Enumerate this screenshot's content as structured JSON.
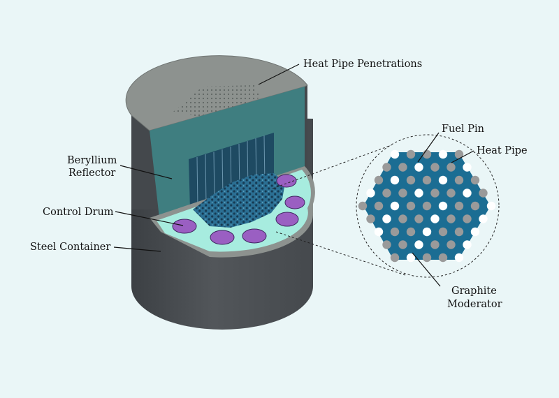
{
  "labels": {
    "heat_pipe_penetrations": "Heat Pipe Penetrations",
    "beryllium_reflector_1": "Beryllium",
    "beryllium_reflector_2": "Reflector",
    "control_drum": "Control Drum",
    "steel_container": "Steel Container",
    "fuel_pin": "Fuel Pin",
    "heat_pipe": "Heat Pipe",
    "graphite_moderator_1": "Graphite",
    "graphite_moderator_2": "Moderator"
  },
  "colors": {
    "background": "#eaf6f7",
    "steel": "#4b4f53",
    "steel_dark": "#3b3f43",
    "steel_top": "#8d928f",
    "reflector": "#3f7e80",
    "core": "#1e4a62",
    "coolant_surface": "#a7ecdf",
    "control_drum": "#9a5fc2",
    "moderator": "#1b6d93",
    "fuel_pin": "#9a9a9a",
    "heat_pipe": "#ffffff"
  },
  "icons": {
    "fuel_pin": "grey-circle",
    "heat_pipe": "white-circle"
  }
}
